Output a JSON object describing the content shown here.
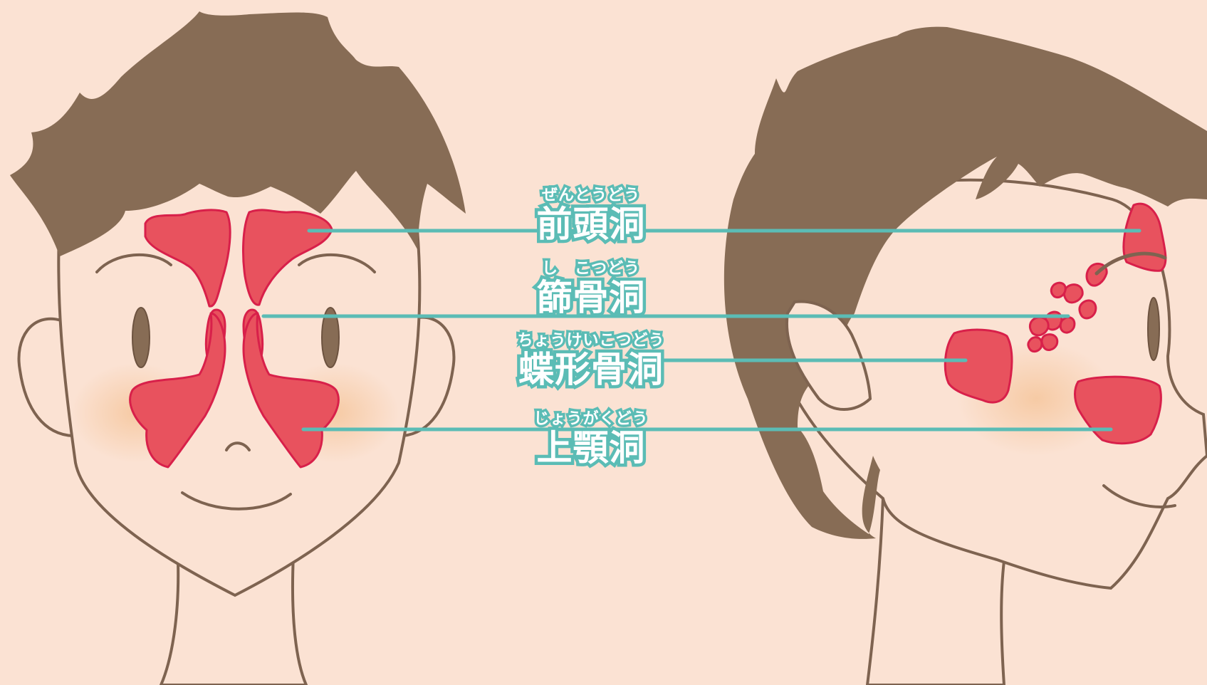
{
  "colors": {
    "background": "#fbe2d3",
    "hair": "#876c55",
    "skin": "#fbe2d3",
    "outline": "#7e6350",
    "sinus_fill": "#e8525e",
    "sinus_outline": "#d8204a",
    "leader_line": "#5bbcb5",
    "label_text": "#ffffff",
    "cheek_blush": "#f6c9a2"
  },
  "figures": {
    "front_view": {
      "icon": "front-face-illustration"
    },
    "side_view": {
      "icon": "side-profile-illustration"
    }
  },
  "labels": [
    {
      "id": "frontal",
      "ruby": "ぜんとうどう",
      "kanji": "前頭洞"
    },
    {
      "id": "ethmoid",
      "ruby": "し　こつどう",
      "kanji": "篩骨洞"
    },
    {
      "id": "sphenoid",
      "ruby": "ちょうけいこつどう",
      "kanji": "蝶形骨洞"
    },
    {
      "id": "maxillary",
      "ruby": "じょうがくどう",
      "kanji": "上顎洞"
    }
  ]
}
